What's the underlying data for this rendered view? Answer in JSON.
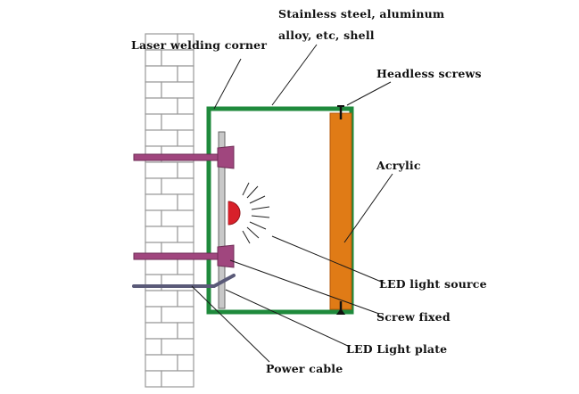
{
  "diagram": {
    "labels": {
      "shell_line1": "Stainless steel, aluminum",
      "shell_line2": "alloy, etc, shell",
      "laser_corner": "Laser welding corner",
      "headless_screws": "Headless screws",
      "acrylic": "Acrylic",
      "led_source": "LED light source",
      "screw_fixed": "Screw fixed",
      "led_plate": "LED Light plate",
      "power_cable": "Power cable"
    },
    "colors": {
      "shell": "#1f8a3c",
      "acrylic": "#e07b16",
      "acrylic_edge": "#b5570a",
      "screw": "#a0467e",
      "led": "#d8202a",
      "plate": "#c8c8c8",
      "cable": "#5a5a78",
      "brick_line": "#9a9a9a"
    }
  }
}
